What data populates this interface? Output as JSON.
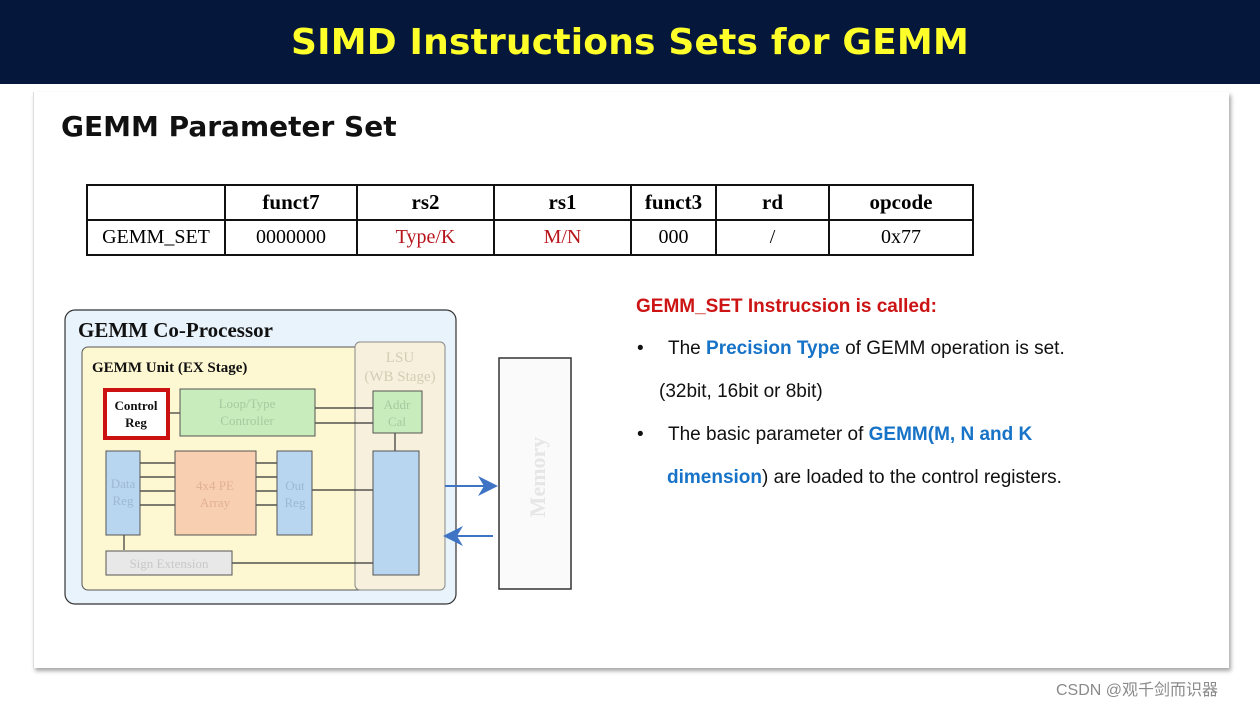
{
  "title": "SIMD Instructions Sets for GEMM",
  "section_title": "GEMM Parameter Set",
  "table": {
    "headers": [
      "",
      "funct7",
      "rs2",
      "rs1",
      "funct3",
      "rd",
      "opcode"
    ],
    "row": [
      "GEMM_SET",
      "0000000",
      "Type/K",
      "M/N",
      "000",
      "/",
      "0x77"
    ]
  },
  "diagram": {
    "coprocessor_label": "GEMM Co-Processor",
    "gemm_unit_label": "GEMM Unit (EX Stage)",
    "control_reg_line1": "Control",
    "control_reg_line2": "Reg",
    "loop_ctrl_line1": "Loop/Type",
    "loop_ctrl_line2": "Controller",
    "data_reg_line1": "Data",
    "data_reg_line2": "Reg",
    "pe_line1": "4x4 PE",
    "pe_line2": "Array",
    "out_reg_line1": "Out",
    "out_reg_line2": "Reg",
    "sign_ext": "Sign Extension",
    "lsu_line1": "LSU",
    "lsu_line2": "(WB Stage)",
    "addr_line1": "Addr",
    "addr_line2": "Cal",
    "memory": "Memory",
    "colors": {
      "coprocessor_fill": "#e9f3fb",
      "unit_fill": "#fdf7d2",
      "green_fill": "#c8ecbb",
      "blue_fill": "#b9d6f0",
      "orange_fill": "#f8cfb0",
      "highlight_border": "#cc1111",
      "arrow": "#3f74c4"
    }
  },
  "bullets": {
    "heading": "GEMM_SET Instrucsion is called:",
    "b1_pre": "The ",
    "b1_hl": "Precision Type",
    "b1_post": " of GEMM operation is set.",
    "b1_cont": "(32bit, 16bit or 8bit)",
    "b2_pre": "The basic parameter of ",
    "b2_hl": "GEMM(M, N and K",
    "b2_hl2": "dimension",
    "b2_post": ") are loaded to the control registers."
  },
  "watermark": "CSDN @观千剑而识器"
}
